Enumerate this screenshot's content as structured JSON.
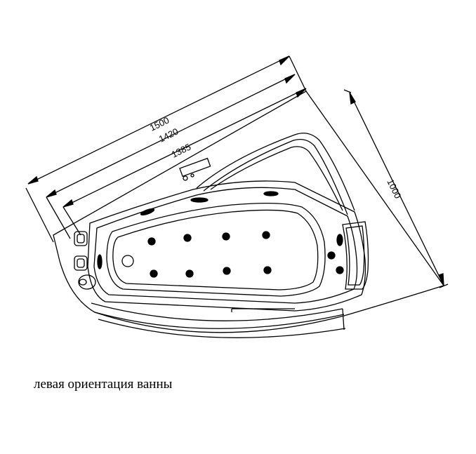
{
  "dimensions": {
    "length_outer": "1500",
    "length_middle": "1420",
    "length_inner": "1385",
    "width": "1000"
  },
  "caption": "левая ориентация ванны",
  "icons": {
    "jet": "jet-nozzle-icon",
    "drain": "drain-icon",
    "control_panel": "control-panel-icon",
    "headrest": "headrest-icon"
  }
}
